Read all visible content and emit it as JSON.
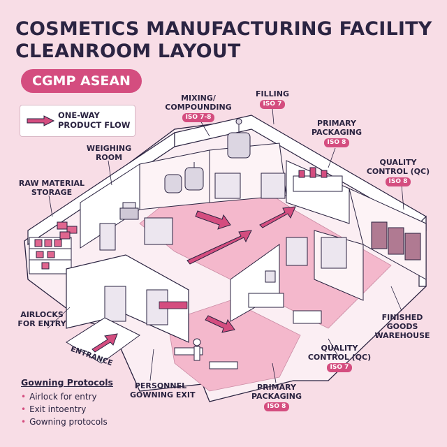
{
  "title": {
    "line1": "COSMETICS MANUFACTURING FACILITY",
    "line2": "CLEANROOM LAYOUT"
  },
  "badge": "CGMP ASEAN",
  "legend": {
    "line1": "ONE-WAY",
    "line2": "PRODUCT FLOW"
  },
  "colors": {
    "accent": "#d44d7f",
    "title": "#2b2442",
    "background": "#f8dde6",
    "floor": "#f4b8cc",
    "wall": "#ffffff"
  },
  "areas": {
    "mixing": {
      "line1": "MIXING/",
      "line2": "COMPOUNDING",
      "iso": "ISO 7-8"
    },
    "filling": {
      "line1": "FILLING",
      "iso": "ISO 7"
    },
    "primary_top": {
      "line1": "PRIMARY",
      "line2": "PACKAGING",
      "iso": "ISO 8"
    },
    "qc_top": {
      "line1": "QUALITY",
      "line2": "CONTROL (QC)",
      "iso": "ISO 8"
    },
    "weighing": {
      "line1": "WEIGHING",
      "line2": "ROOM"
    },
    "raw": {
      "line1": "RAW MATERIAL",
      "line2": "STORAGE"
    },
    "airlocks": {
      "line1": "AIRLOCKS",
      "line2": "FOR ENTRY"
    },
    "entrance": "ENTRANCE",
    "finished": {
      "line1": "FINISHED",
      "line2": "GOODS",
      "line3": "WAREHOUSE"
    },
    "qc_bottom": {
      "line1": "QUALITY",
      "line2": "CONTROL (QC)",
      "iso": "ISO 7"
    },
    "primary_bottom": {
      "line1": "PRIMARY",
      "line2": "PACKAGING",
      "iso": "ISO 8"
    },
    "gowning_exit": {
      "line1": "PERSONNEL",
      "line2": "GOWNING EXIT"
    }
  },
  "gowning": {
    "heading": "Gowning Protocols",
    "items": [
      "Airlock for entry",
      "Exit intoentry",
      "Gowning protocols"
    ]
  }
}
